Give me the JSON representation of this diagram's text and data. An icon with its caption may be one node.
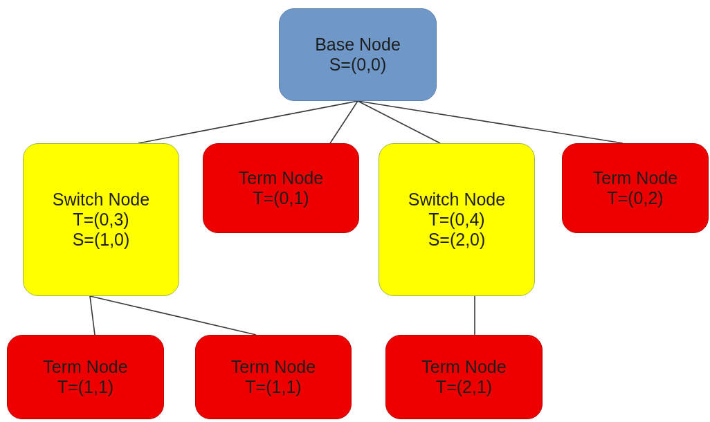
{
  "diagram": {
    "nodes": [
      {
        "text": [
          "Base Node",
          "S=(0,0)"
        ]
      },
      {
        "text": [
          "Switch Node",
          "T=(0,3)",
          "S=(1,0)"
        ]
      },
      {
        "text": [
          "Term Node",
          "T=(0,1)"
        ]
      },
      {
        "text": [
          "Switch Node",
          "T=(0,4)",
          "S=(2,0)"
        ]
      },
      {
        "text": [
          "Term Node",
          "T=(0,2)"
        ]
      },
      {
        "text": [
          "Term Node",
          "T=(1,1)"
        ]
      },
      {
        "text": [
          "Term Node",
          "T=(1,1)"
        ]
      },
      {
        "text": [
          "Term Node",
          "T=(2,1)"
        ]
      }
    ],
    "edges": [
      {
        "from": 0,
        "to": 1,
        "arrow": "none"
      },
      {
        "from": 0,
        "to": 2,
        "arrow": "none"
      },
      {
        "from": 0,
        "to": 3,
        "arrow": "none"
      },
      {
        "from": 0,
        "to": 4,
        "arrow": "none"
      },
      {
        "from": 1,
        "to": 5,
        "arrow": "none"
      },
      {
        "from": 1,
        "to": 6,
        "arrow": "none"
      },
      {
        "from": 3,
        "to": 7,
        "arrow": "none"
      }
    ]
  }
}
